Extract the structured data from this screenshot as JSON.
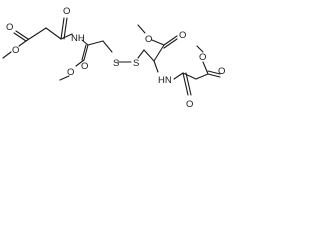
{
  "atoms": {
    "o_ester_left_carbonyl": "O",
    "o_ester_left_methoxy": "O",
    "o_amide_left": "O",
    "nh_left": "NH",
    "o_ester_mid_carbonyl": "O",
    "o_ester_mid_methoxy": "O",
    "s_left": "S",
    "s_right": "S",
    "o_ester_right_methoxy": "O",
    "o_ester_right_carbonyl": "O",
    "nh_right": "HN",
    "o_amide_right": "O",
    "o_ester_far_methoxy": "O",
    "o_ester_far_carbonyl": "O"
  }
}
